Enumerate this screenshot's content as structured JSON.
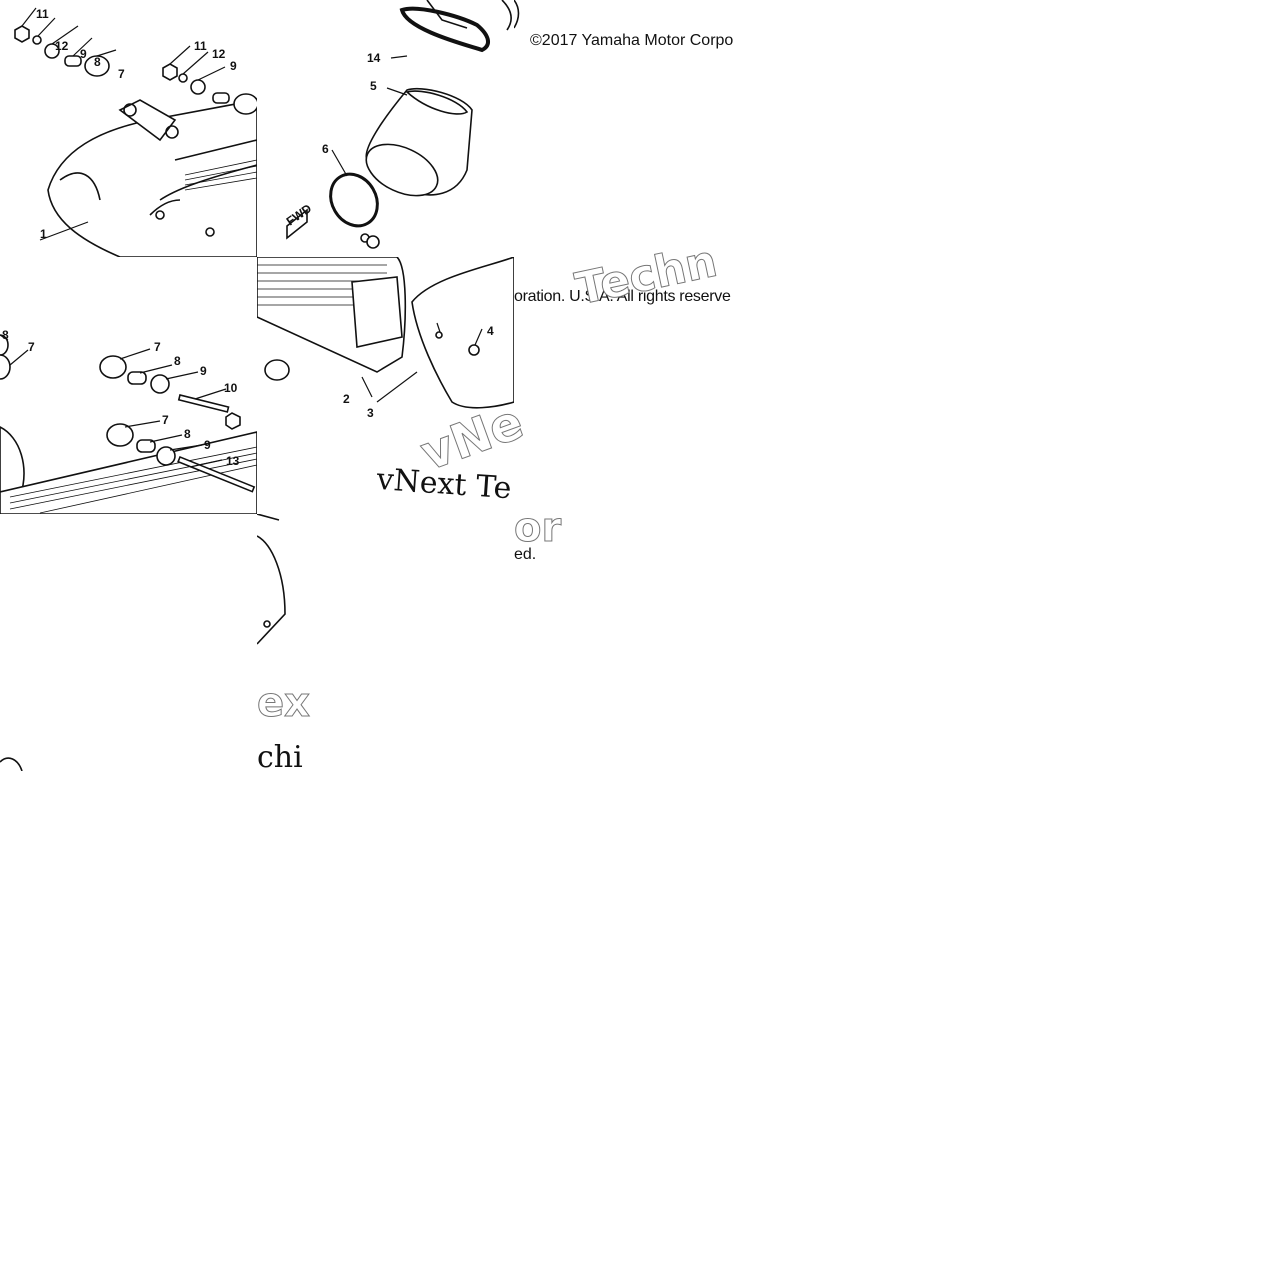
{
  "copyright": {
    "line1": "©2017 Yamaha Motor Corpo",
    "line2": "oration. U.S.A. All rights reserve",
    "line3": "ed."
  },
  "watermark": {
    "text": "vNext Te",
    "fragment_a": "Techn",
    "fragment_b": "vNe",
    "fragment_c": "or",
    "fragment_d": "ex",
    "fragment_e": "chi"
  },
  "callouts": {
    "a_11": "11",
    "a_12": "12",
    "a_9": "9",
    "a_8": "8",
    "a_7": "7",
    "a_11b": "11",
    "a_12b": "12",
    "a_9b": "9",
    "a_1": "1",
    "b_14": "14",
    "b_5": "5",
    "b_6": "6",
    "b_fwd": "FWD",
    "d_8": "8",
    "d_7": "7",
    "e_7": "7",
    "e_8": "8",
    "e_9": "9",
    "e_10": "10",
    "e_7b": "7",
    "e_8b": "8",
    "e_9b": "9",
    "e_13": "13",
    "e_2": "2",
    "e_3": "3",
    "e_4": "4"
  },
  "colors": {
    "ink": "#111111",
    "paper": "#ffffff"
  }
}
